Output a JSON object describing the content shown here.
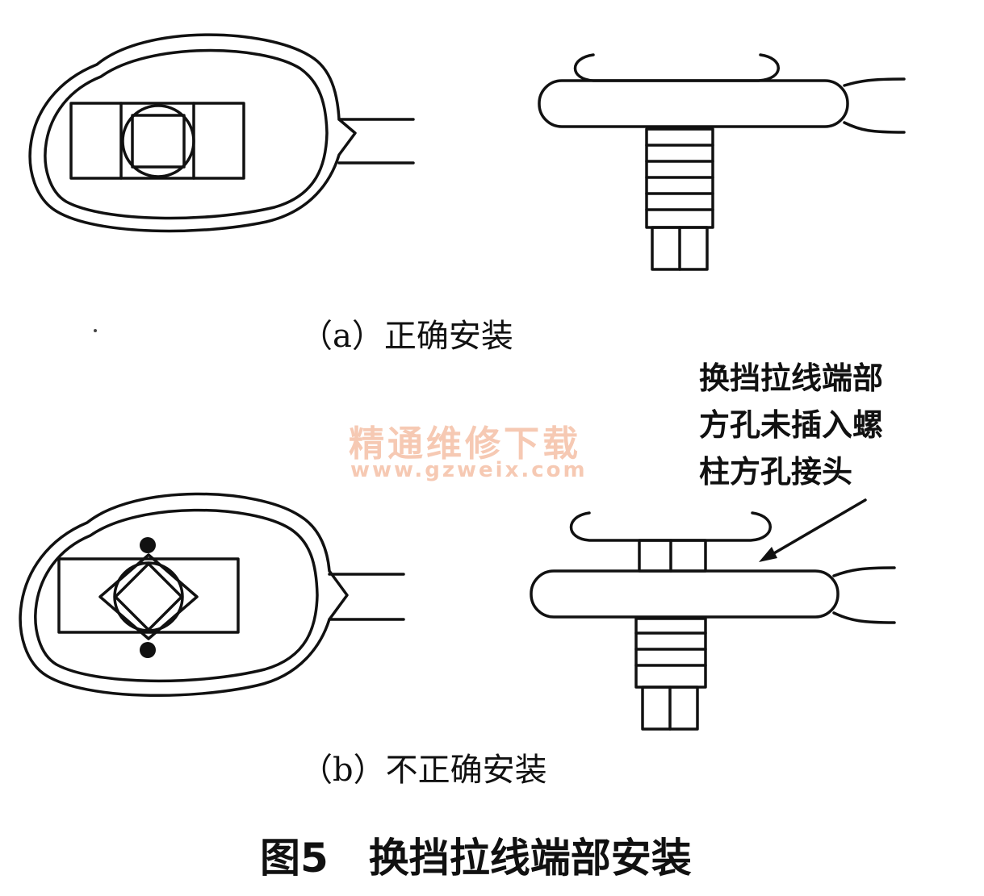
{
  "captions": {
    "a": "（a）正确安装",
    "b": "（b）不正确安装"
  },
  "annotation": {
    "line1": "换挡拉线端部",
    "line2": "方孔未插入螺",
    "line3": "柱方孔接头"
  },
  "figure_title": "图5　换挡拉线端部安装",
  "watermark": {
    "text": "精通维修下载",
    "url": "www.gzweix.com"
  },
  "colors": {
    "ink": "#111111",
    "watermark": "#f6c9b3"
  }
}
